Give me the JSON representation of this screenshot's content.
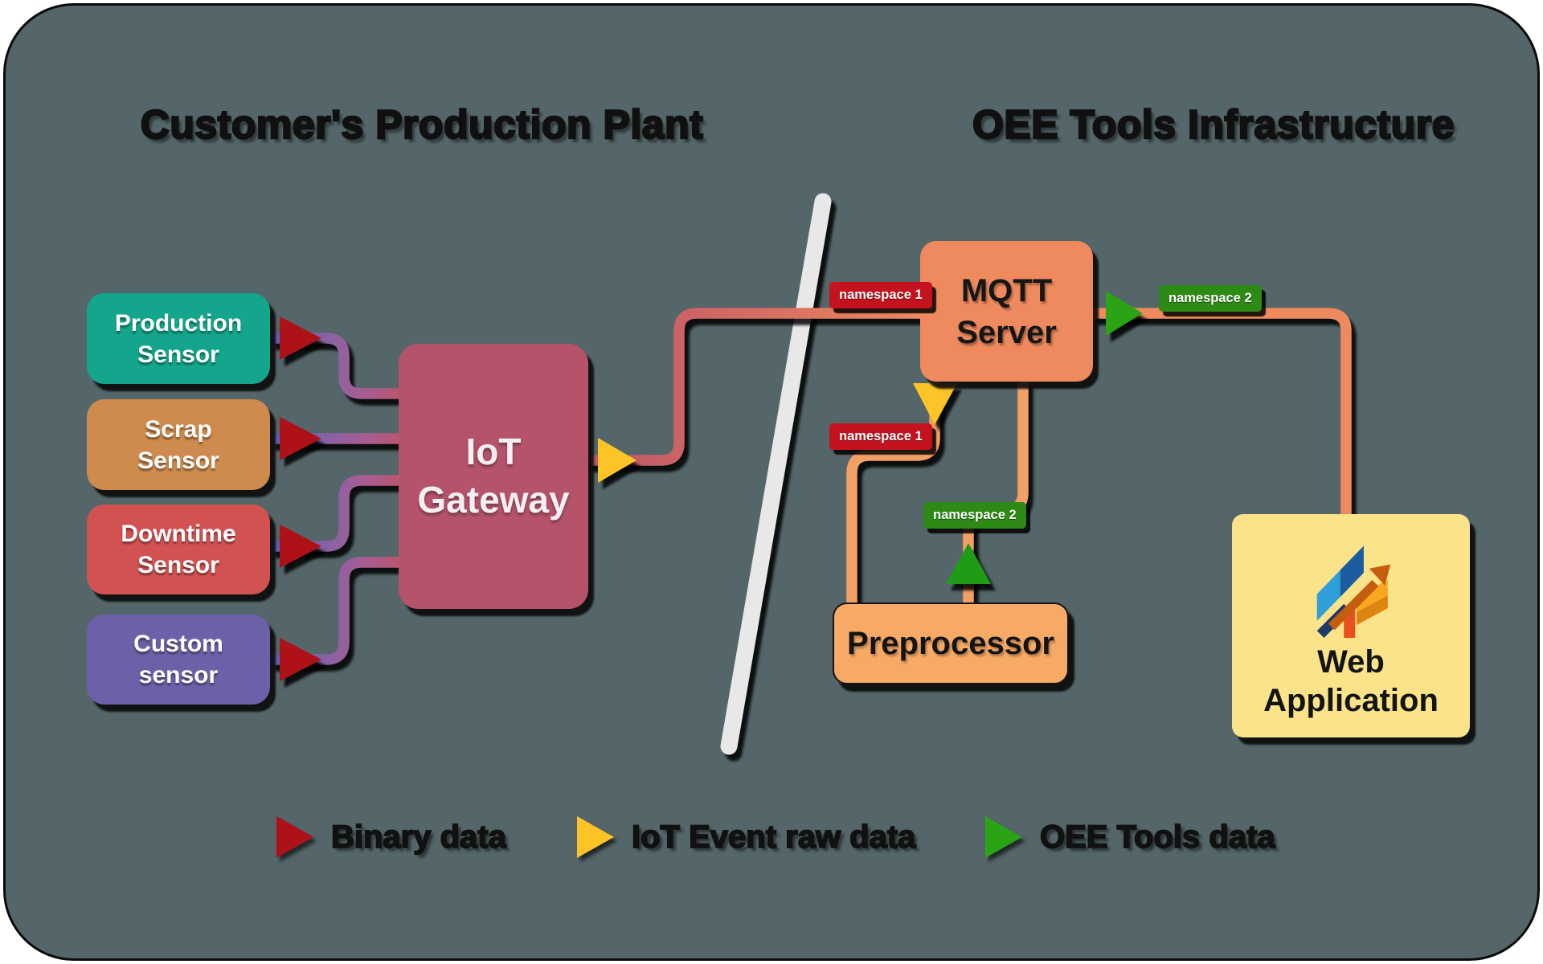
{
  "canvas": {
    "page_background": "#ffffff",
    "board_background": "#546669",
    "board_border": "#0b0b0b"
  },
  "titles": {
    "left": "Customer's Production Plant",
    "right": "OEE Tools Infrastructure"
  },
  "sensors": [
    {
      "line1": "Production",
      "line2": "Sensor",
      "color": "#14a68c"
    },
    {
      "line1": "Scrap",
      "line2": "Sensor",
      "color": "#cf8a4d"
    },
    {
      "line1": "Downtime",
      "line2": "Sensor",
      "color": "#d25252"
    },
    {
      "line1": "Custom",
      "line2": "sensor",
      "color": "#6b61a9"
    }
  ],
  "gateway": {
    "line1": "IoT",
    "line2": "Gateway",
    "color": "#b5536b"
  },
  "mqtt_server": {
    "line1": "MQTT",
    "line2": "Server",
    "color": "#ef8a5e"
  },
  "preprocessor": {
    "label": "Preprocessor",
    "color": "#f7a966"
  },
  "web_application": {
    "line1": "Web",
    "line2": "Application",
    "color": "#fbe38a",
    "icon": "growth-chart-logo"
  },
  "badges": {
    "namespace1": {
      "label": "namespace 1",
      "color": "#c5121f"
    },
    "namespace2": {
      "label": "namespace 2",
      "color": "#2c8a15"
    }
  },
  "legend": [
    {
      "label": "Binary data",
      "arrow_color": "#ae1117"
    },
    {
      "label": "IoT Event raw data",
      "arrow_color": "#fcc426"
    },
    {
      "label": "OEE Tools data",
      "arrow_color": "#2aa315"
    }
  ],
  "line_colors": {
    "binary_gradient_start": "#5062b6",
    "binary_gradient_end": "#b85670",
    "gateway_to_mqtt_start": "#bd5669",
    "gateway_to_mqtt_end": "#ef8a5e",
    "oee_orange": "#f3a066",
    "divider_gray": "#e8e8e8"
  }
}
